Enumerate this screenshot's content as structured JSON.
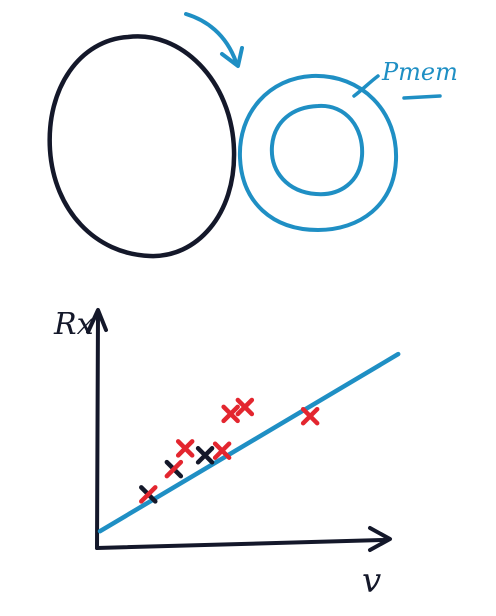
{
  "colors": {
    "black_ink": "#14182a",
    "blue_ink": "#1f8fc4",
    "red_ink": "#e3262f",
    "paper": "#ffffff"
  },
  "diagram": {
    "annotation_label": "Pmem",
    "icons": [
      "curved-arrow-icon",
      "pointer-line-icon"
    ]
  },
  "chart_data": {
    "type": "scatter",
    "ylabel": "Rx",
    "xlabel": "v",
    "points": [
      {
        "x": 0.17,
        "y": 0.22,
        "marker_color": "red-with-black"
      },
      {
        "x": 0.26,
        "y": 0.33,
        "marker_color": "red-with-black"
      },
      {
        "x": 0.3,
        "y": 0.42,
        "marker_color": "red"
      },
      {
        "x": 0.37,
        "y": 0.39,
        "marker_color": "black"
      },
      {
        "x": 0.43,
        "y": 0.41,
        "marker_color": "red"
      },
      {
        "x": 0.46,
        "y": 0.57,
        "marker_color": "red"
      },
      {
        "x": 0.51,
        "y": 0.6,
        "marker_color": "red"
      },
      {
        "x": 0.74,
        "y": 0.56,
        "marker_color": "red"
      }
    ],
    "fit_line": {
      "x0": 0.0,
      "y0": 0.06,
      "x1": 1.05,
      "y1": 0.83
    },
    "grid": false,
    "legend": "none"
  }
}
